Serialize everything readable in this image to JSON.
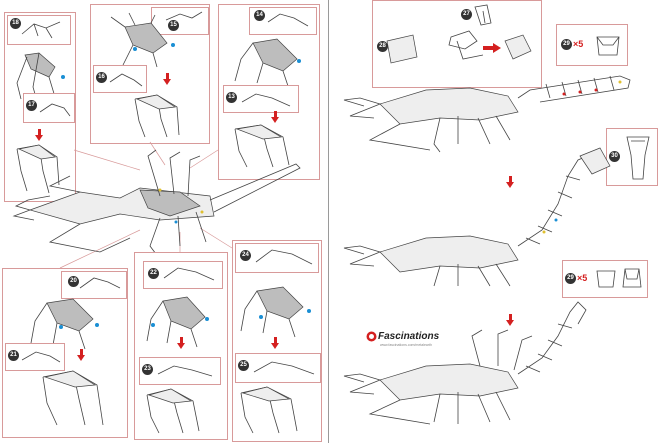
{
  "steps": {
    "left": {
      "top_left_box": [
        "18",
        "17"
      ],
      "top_center_box": [
        "16",
        "15"
      ],
      "top_right_box": [
        "14",
        "13"
      ],
      "bottom_left_box": [
        "20",
        "21"
      ],
      "bottom_center_box": [
        "22",
        "23"
      ],
      "bottom_right_box": [
        "24",
        "25"
      ]
    },
    "right": {
      "tail_step": [
        "27",
        "28"
      ],
      "tail_segment_count": "×5",
      "stinger_step": "29",
      "tail_segment_count_2": "×5",
      "tail_step_2": "30"
    }
  },
  "brand": {
    "name": "Fascinations",
    "url": "www.fascinations.com/metalearth"
  },
  "colors": {
    "frame": "#d89a9a",
    "arrow": "#d42020",
    "marker_blue": "#1a8fd4"
  }
}
